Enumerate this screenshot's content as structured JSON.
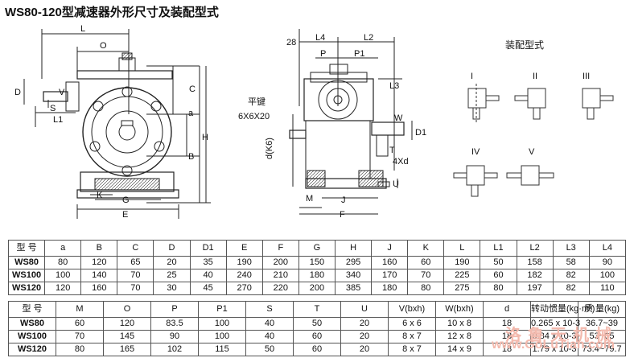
{
  "title": "WS80-120型减速器外形尺寸及装配型式",
  "labels": {
    "front": [
      "L",
      "O",
      "V",
      "D",
      "S",
      "L1",
      "C",
      "a",
      "H",
      "B",
      "K",
      "G",
      "E"
    ],
    "side": [
      "28",
      "L4",
      "L2",
      "P",
      "P1",
      "L3",
      "平键",
      "6X6X20",
      "W",
      "D1",
      "d(K6)",
      "T",
      "4Xd",
      "U",
      "M",
      "J",
      "F"
    ],
    "mount_title": "装配型式",
    "mount_types": [
      "I",
      "II",
      "III",
      "IV",
      "V"
    ]
  },
  "table1": {
    "headers": [
      "型 号",
      "a",
      "B",
      "C",
      "D",
      "D1",
      "E",
      "F",
      "G",
      "H",
      "J",
      "K",
      "L",
      "L1",
      "L2",
      "L3",
      "L4"
    ],
    "rows": [
      [
        "WS80",
        "80",
        "120",
        "65",
        "20",
        "35",
        "190",
        "200",
        "150",
        "295",
        "160",
        "60",
        "190",
        "50",
        "158",
        "58",
        "90"
      ],
      [
        "WS100",
        "100",
        "140",
        "70",
        "25",
        "40",
        "240",
        "210",
        "180",
        "340",
        "170",
        "70",
        "225",
        "60",
        "182",
        "82",
        "100"
      ],
      [
        "WS120",
        "120",
        "160",
        "70",
        "30",
        "45",
        "270",
        "220",
        "200",
        "385",
        "180",
        "80",
        "275",
        "80",
        "197",
        "82",
        "110"
      ]
    ]
  },
  "table2": {
    "headers": [
      "型 号",
      "M",
      "O",
      "P",
      "P1",
      "S",
      "T",
      "U",
      "V(bxh)",
      "W(bxh)",
      "d",
      "转动惯量(kg·m²)",
      "质 量(kg)"
    ],
    "rows": [
      [
        "WS80",
        "60",
        "120",
        "83.5",
        "100",
        "40",
        "50",
        "20",
        "6 x 6",
        "10 x 8",
        "18",
        "0.265 x 10-3",
        "36.7~39"
      ],
      [
        "WS100",
        "70",
        "145",
        "90",
        "100",
        "40",
        "60",
        "20",
        "8 x 7",
        "12 x 8",
        "18",
        "0.84 x 10-3",
        "53~65"
      ],
      [
        "WS120",
        "80",
        "165",
        "102",
        "115",
        "50",
        "60",
        "20",
        "8 x 7",
        "14 x 9",
        "18",
        "1.79 x 10-3",
        "73.4~79.7"
      ]
    ]
  },
  "watermark": {
    "line1": "洛鲁天机械",
    "line2": "www.GoLuTian.com"
  }
}
